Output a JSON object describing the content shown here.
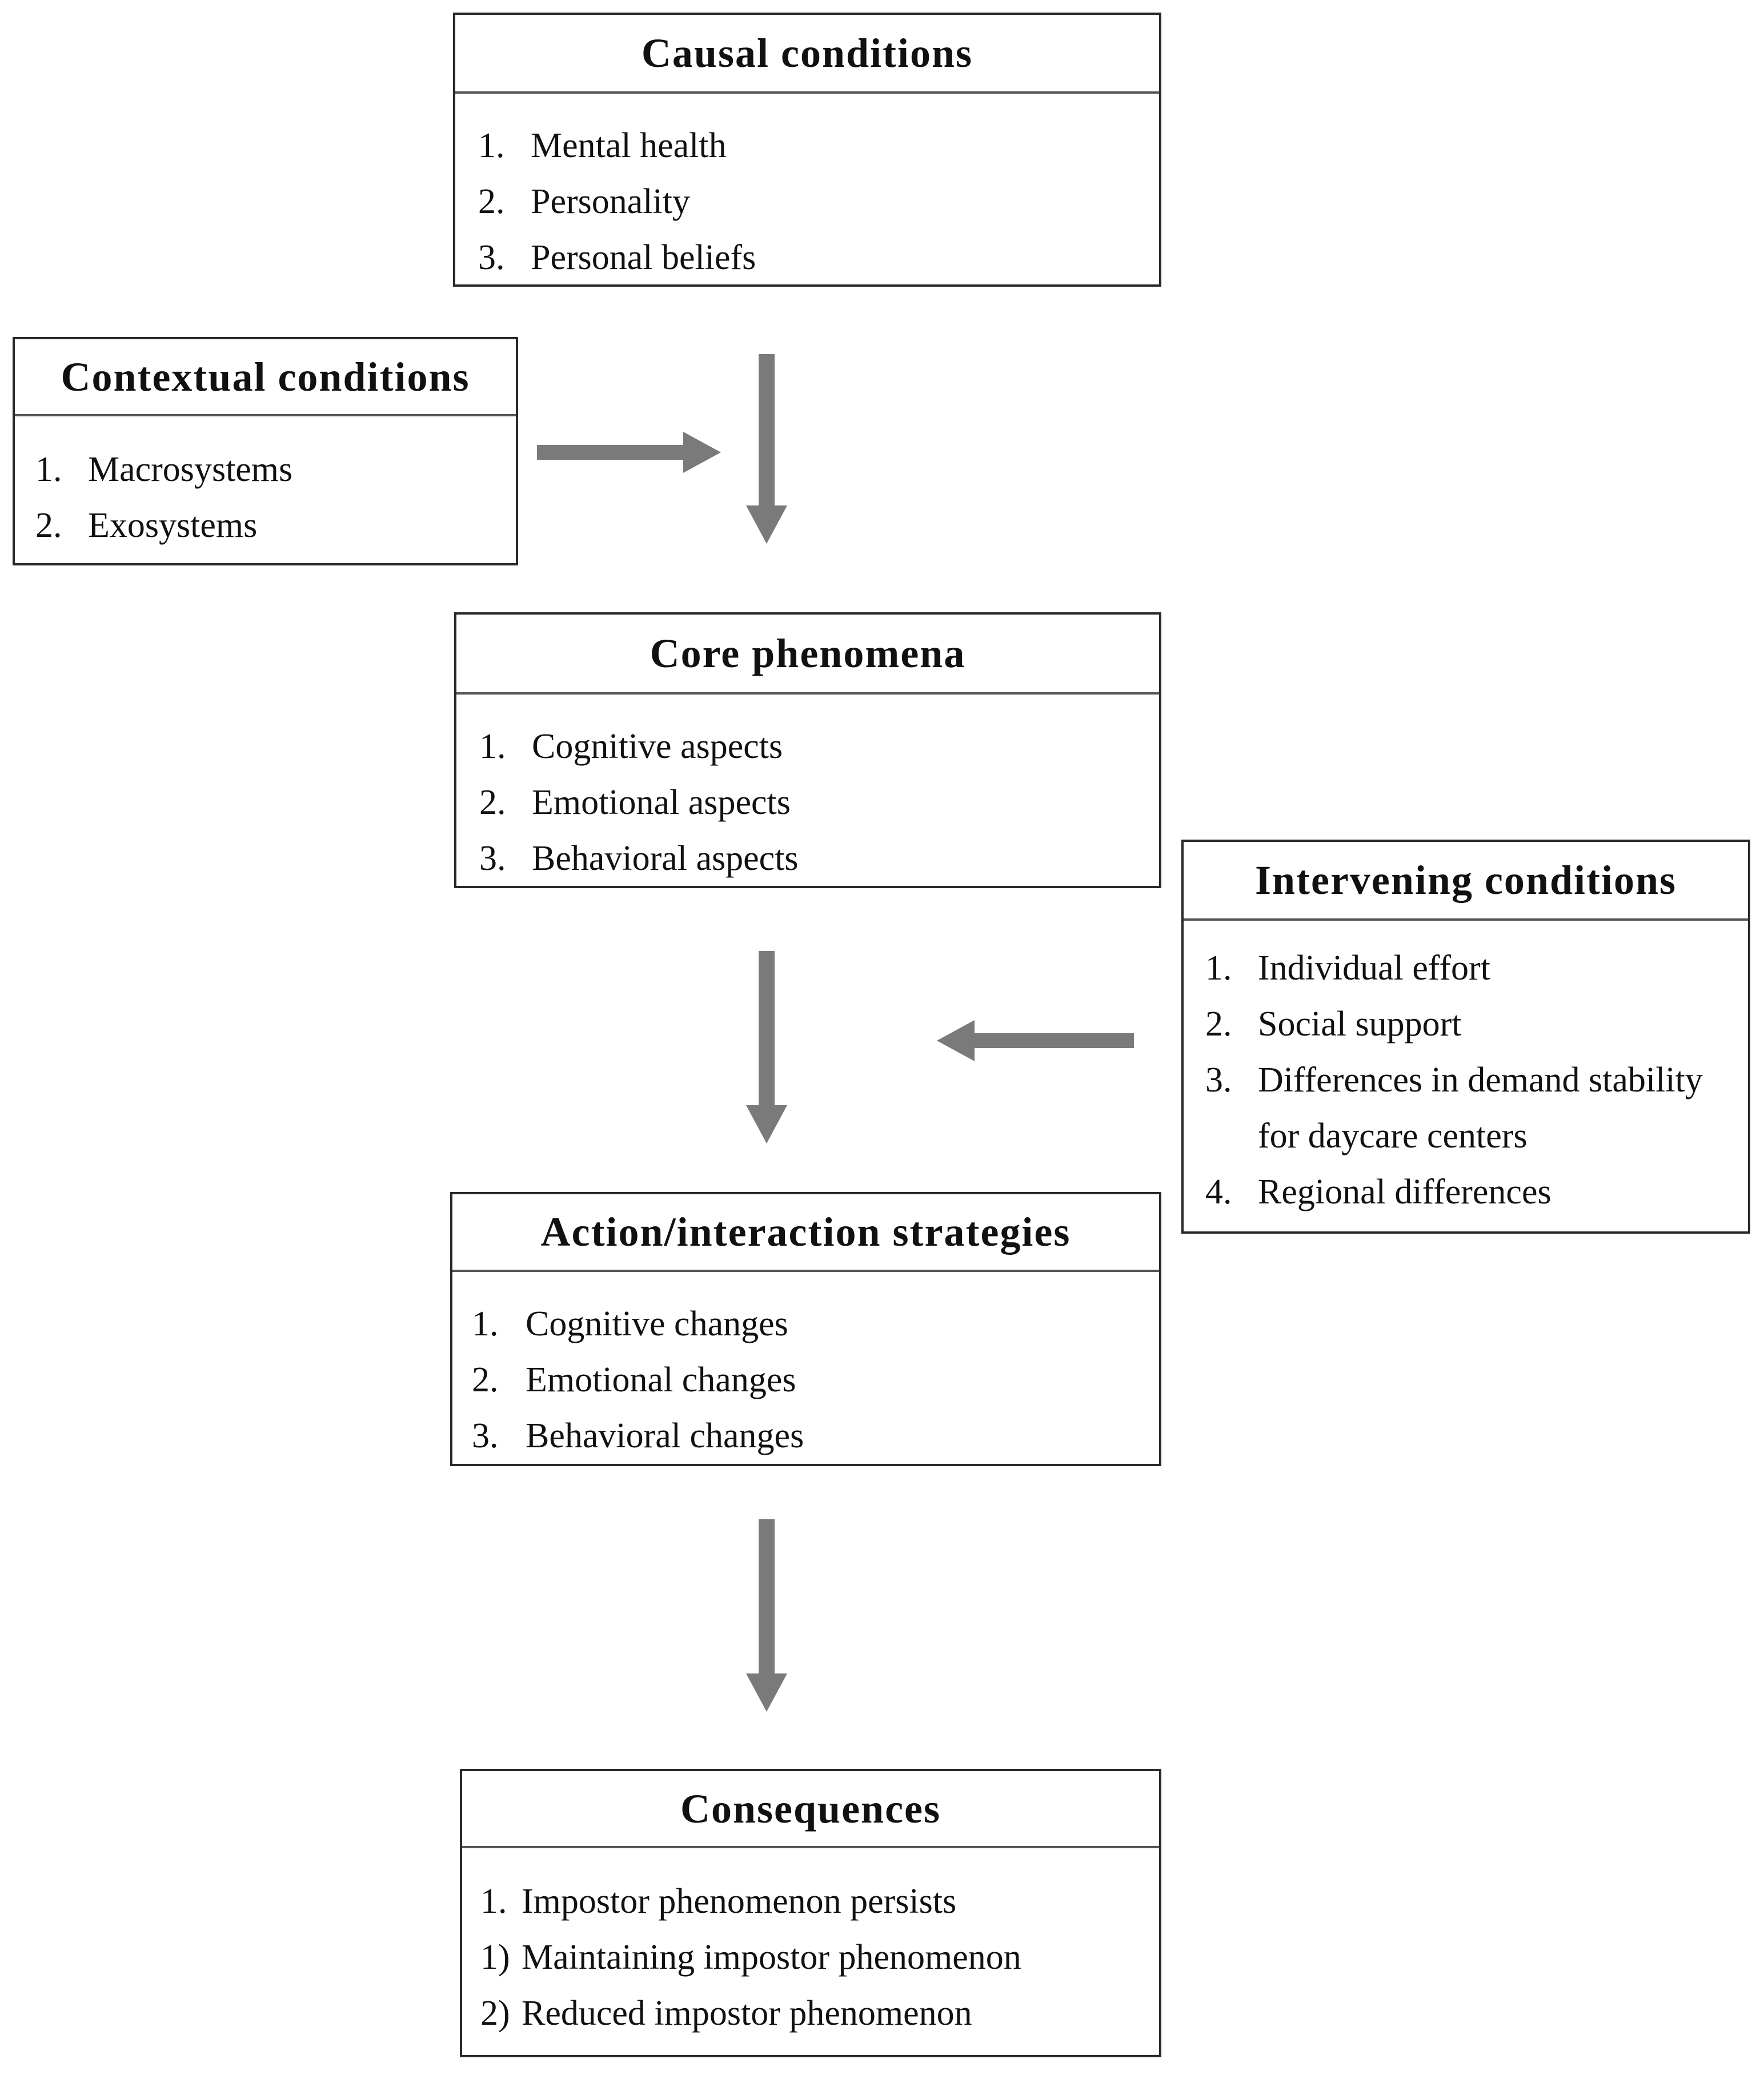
{
  "boxes": {
    "causal": {
      "title": "Causal conditions",
      "items": [
        {
          "num": "1.",
          "text": "Mental health"
        },
        {
          "num": "2.",
          "text": "Personality"
        },
        {
          "num": "3.",
          "text": "Personal beliefs"
        }
      ]
    },
    "contextual": {
      "title": "Contextual conditions",
      "items": [
        {
          "num": "1.",
          "text": "Macrosystems"
        },
        {
          "num": "2.",
          "text": "Exosystems"
        }
      ]
    },
    "core": {
      "title": "Core phenomena",
      "items": [
        {
          "num": "1.",
          "text": "Cognitive aspects"
        },
        {
          "num": "2.",
          "text": "Emotional aspects"
        },
        {
          "num": "3.",
          "text": "Behavioral aspects"
        }
      ]
    },
    "intervening": {
      "title": "Intervening conditions",
      "items": [
        {
          "num": "1.",
          "text": "Individual effort"
        },
        {
          "num": "2.",
          "text": "Social support"
        },
        {
          "num": "3.",
          "text": "Differences in demand stability for daycare centers"
        },
        {
          "num": "4.",
          "text": "Regional differences"
        }
      ]
    },
    "action": {
      "title": "Action/interaction strategies",
      "items": [
        {
          "num": "1.",
          "text": "Cognitive changes"
        },
        {
          "num": "2.",
          "text": "Emotional changes"
        },
        {
          "num": "3.",
          "text": "Behavioral changes"
        }
      ]
    },
    "consequences": {
      "title": "Consequences",
      "items": [
        {
          "num": "1.",
          "text": "Impostor phenomenon persists"
        },
        {
          "num": "1)",
          "text": "Maintaining impostor phenomenon"
        },
        {
          "num": "2)",
          "text": "Reduced impostor phenomenon"
        }
      ]
    }
  },
  "colors": {
    "arrow": "#7a7a7a",
    "border": "#2a2a2a"
  }
}
